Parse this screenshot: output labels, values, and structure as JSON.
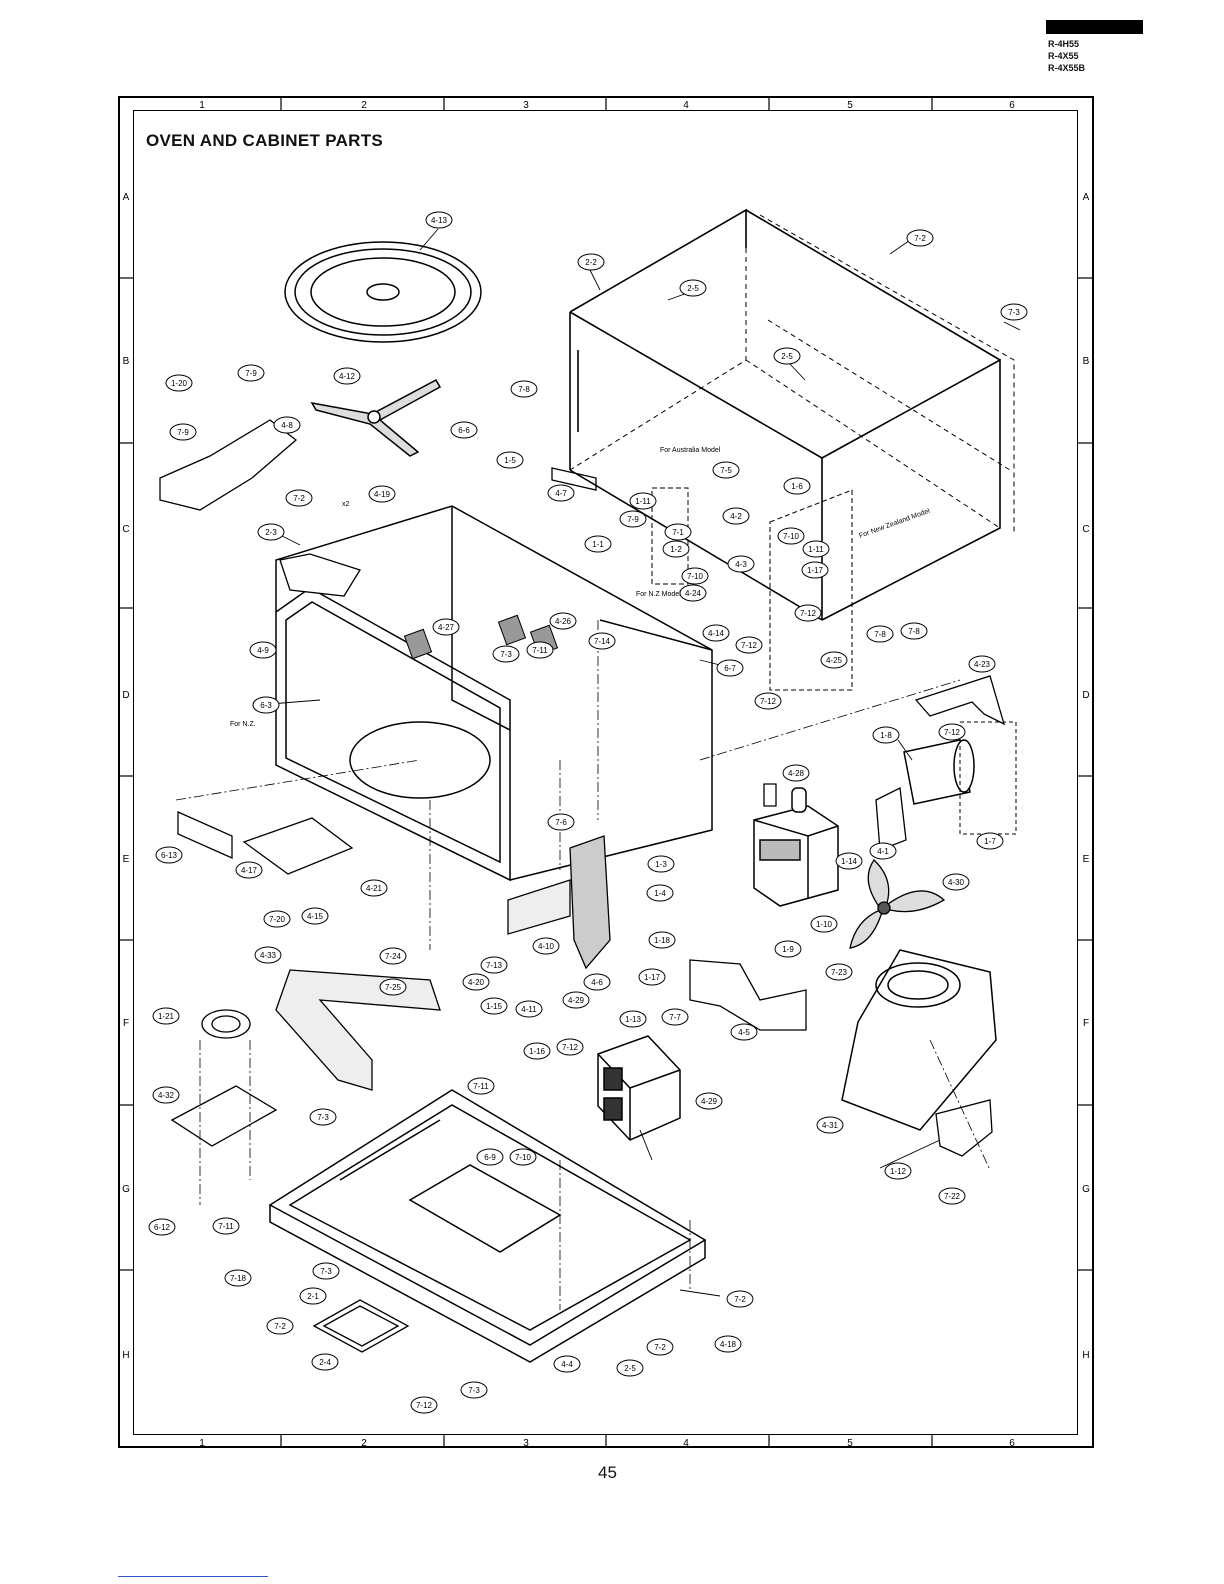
{
  "header": {
    "models": [
      "R-4H55",
      "R-4X55",
      "R-4X55B"
    ]
  },
  "title": "OVEN AND CABINET PARTS",
  "page_number": "45",
  "grid": {
    "columns": [
      "1",
      "2",
      "3",
      "4",
      "5",
      "6"
    ],
    "rows": [
      "A",
      "B",
      "C",
      "D",
      "E",
      "F",
      "G",
      "H"
    ]
  },
  "notes": {
    "australia": "For Australia Model",
    "new_zealand": "For New Zealand Model",
    "nz_short": "For N.Z.",
    "nz_model": "For N.Z Model",
    "x2": "x2"
  },
  "parts": [
    "4-13",
    "2-2",
    "7-2",
    "2-5",
    "7-3",
    "2-5",
    "1-20",
    "7-9",
    "4-12",
    "7-8",
    "4-8",
    "7-9",
    "6-6",
    "1-5",
    "1-11",
    "4-7",
    "1-6",
    "7-5",
    "7-9",
    "7-1",
    "4-2",
    "1-2",
    "7-10",
    "1-11",
    "1-1",
    "4-3",
    "1-17",
    "7-10",
    "4-24",
    "7-8",
    "2-3",
    "7-2",
    "4-19",
    "4-26",
    "4-14",
    "7-12",
    "7-12",
    "7-8",
    "4-27",
    "7-14",
    "7-3",
    "7-11",
    "4-25",
    "6-7",
    "4-9",
    "6-3",
    "7-12",
    "4-23",
    "7-12",
    "1-8",
    "4-28",
    "7-6",
    "6-13",
    "4-17",
    "1-3",
    "1-4",
    "1-14",
    "4-1",
    "1-7",
    "4-21",
    "4-30",
    "7-20",
    "4-15",
    "1-10",
    "4-10",
    "1-18",
    "1-9",
    "7-24",
    "4-33",
    "7-13",
    "4-20",
    "7-23",
    "7-25",
    "4-11",
    "4-6",
    "1-17",
    "4-29",
    "1-15",
    "4-5",
    "1-21",
    "1-13",
    "7-7",
    "1-16",
    "7-12",
    "7-11",
    "4-32",
    "7-3",
    "4-29",
    "4-31",
    "1-12",
    "7-22",
    "6-9",
    "7-10",
    "6-12",
    "7-11",
    "7-18",
    "7-3",
    "2-1",
    "7-2",
    "7-2",
    "2-4",
    "4-4",
    "7-2",
    "4-18",
    "2-5",
    "7-3",
    "7-12"
  ]
}
